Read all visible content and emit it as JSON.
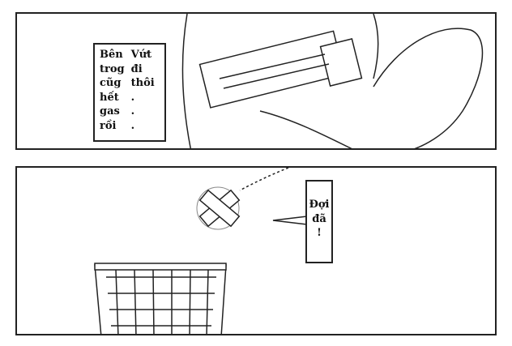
{
  "panel1": {
    "bubble": {
      "left_lines": [
        "Bên",
        "trog",
        "cũg",
        "hết",
        "gas",
        "rồi"
      ],
      "right_lines": [
        "Vứt",
        "đi",
        "thôi",
        ".",
        ".",
        "."
      ]
    }
  },
  "panel2": {
    "bubble": {
      "lines": [
        "Đợi",
        "đã",
        "!"
      ]
    }
  }
}
